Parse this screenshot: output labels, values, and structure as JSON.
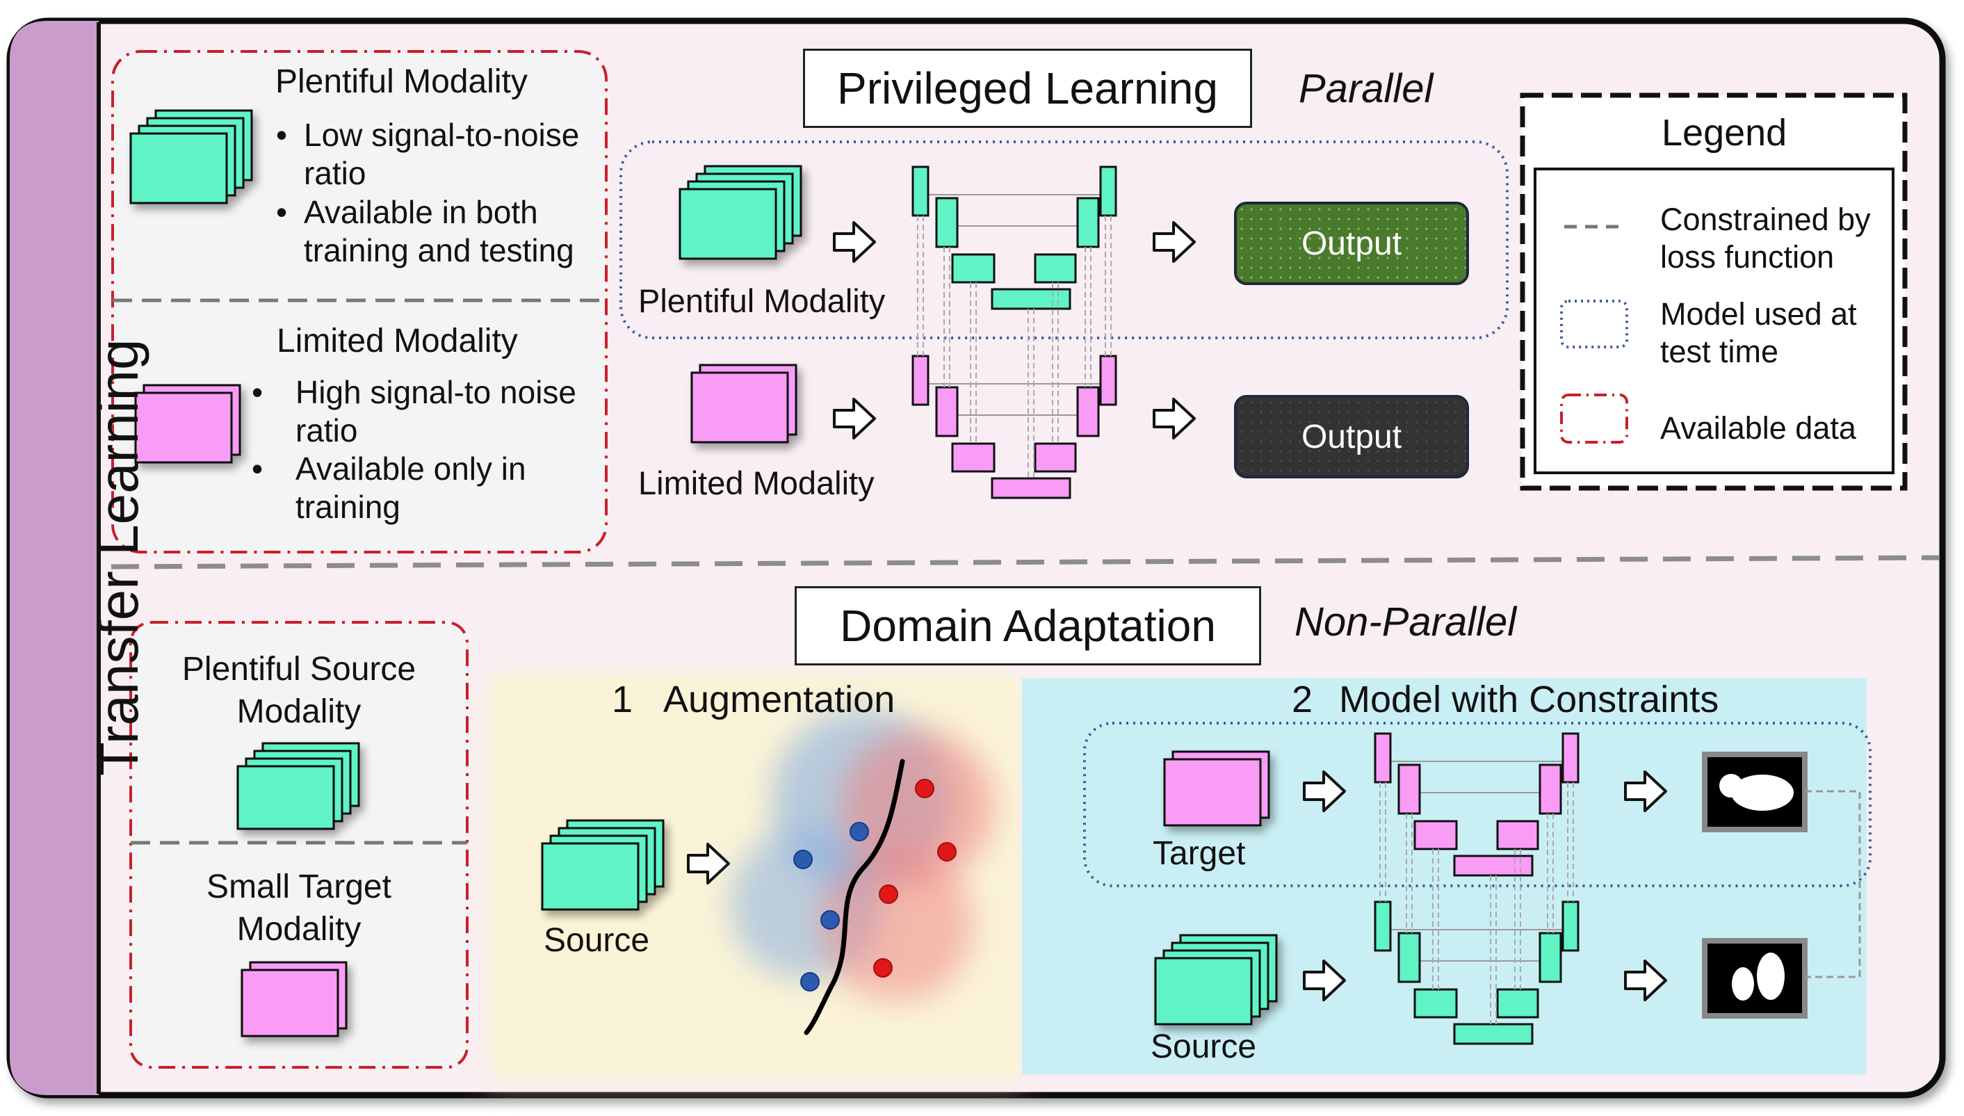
{
  "sidebar": {
    "label": "Transfer Learning"
  },
  "colors": {
    "plentiful": "#5ff3c6",
    "limited": "#f99cf5",
    "sidebar": "#c99ccc",
    "panel_bg": "#f8eef4",
    "augment_bg": "#faf3d7",
    "constraint_bg": "#c9eff4",
    "output_green": "#4a7a2c",
    "output_dark": "#333333",
    "available_red": "#c8202a",
    "test_blue": "#3c5c9c"
  },
  "top": {
    "plentiful_box": {
      "title": "Plentiful Modality",
      "bullets": [
        {
          "lines": [
            "Low signal-to-noise",
            "ratio"
          ]
        },
        {
          "lines": [
            "Available in both",
            "training and testing"
          ]
        }
      ]
    },
    "limited_box": {
      "title": "Limited Modality",
      "bullets": [
        {
          "lines": [
            "High signal-to noise",
            "ratio"
          ]
        },
        {
          "lines": [
            "Available only in",
            "training"
          ]
        }
      ]
    },
    "title": "Privileged Learning",
    "subtitle": "Parallel",
    "row1_label": "Plentiful Modality",
    "row2_label": "Limited Modality",
    "output1": "Output",
    "output2": "Output"
  },
  "legend": {
    "title": "Legend",
    "items": [
      {
        "icon": "dashed-line-icon",
        "lines": [
          "Constrained by",
          "loss function"
        ]
      },
      {
        "icon": "dotted-blue-box-icon",
        "lines": [
          "Model used at",
          "test time"
        ]
      },
      {
        "icon": "dash-dot-red-box-icon",
        "lines": [
          "Available data"
        ]
      }
    ]
  },
  "bottom": {
    "source_box": {
      "title_lines": [
        "Plentiful Source",
        "Modality"
      ]
    },
    "target_box": {
      "title_lines": [
        "Small Target",
        "Modality"
      ]
    },
    "title": "Domain Adaptation",
    "subtitle": "Non-Parallel",
    "augmentation": {
      "number": "1",
      "label": "Augmentation",
      "source_label": "Source"
    },
    "constraints": {
      "number": "2",
      "label": "Model with Constraints",
      "target_label": "Target",
      "source_label": "Source"
    }
  }
}
